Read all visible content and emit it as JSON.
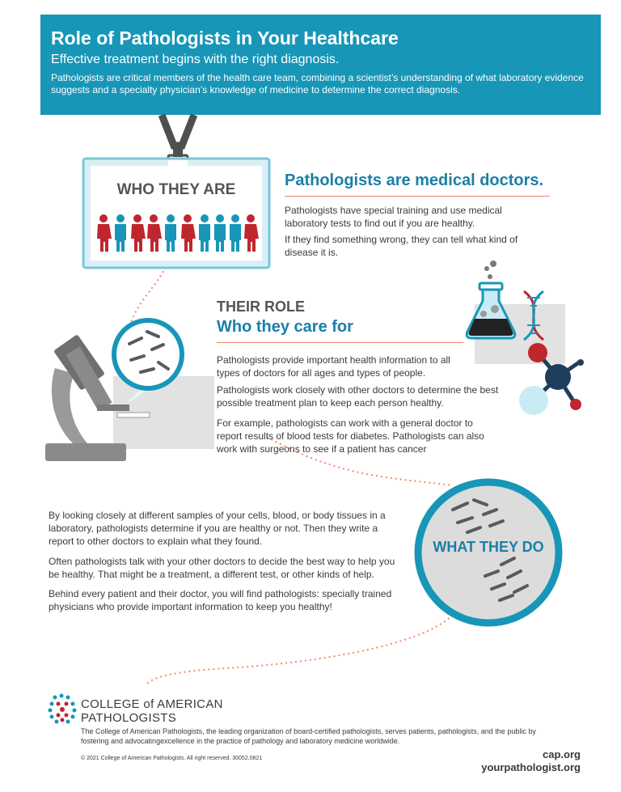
{
  "header": {
    "title": "Role of Pathologists in Your Healthcare",
    "subtitle": "Effective treatment begins with the right diagnosis.",
    "intro": "Pathologists are critical members of the health care team, combining a scientist’s understanding of what laboratory evidence suggests and a specialty physician’s knowledge of medicine to determine the correct diagnosis."
  },
  "who_they_are": {
    "badge_label": "WHO THEY ARE",
    "title": "Pathologists are medical doctors.",
    "paragraphs": [
      "Pathologists have special training and use medical laboratory tests to find out if you are healthy.",
      "If they find something wrong, they can tell what kind of disease it is."
    ]
  },
  "their_role": {
    "kicker": "THEIR ROLE",
    "title": "Who they care for",
    "paragraphs": [
      "Pathologists provide important health information to all types of doctors for all ages and types of people.",
      "Pathologists work closely with other doctors to determine the best possible treatment plan to keep each person healthy.",
      "For example, pathologists can work with a general doctor to report results of blood tests for diabetes. Pathologists can also work with surgeons to see if a patient has cancer"
    ]
  },
  "what_they_do": {
    "circle_label": "WHAT THEY DO",
    "paragraphs": [
      "By looking closely at different samples of your cells, blood, or body tissues in a laboratory, pathologists determine if you are healthy or not. Then they write a report to other doctors to explain what they found.",
      "Often pathologists talk with your other doctors to decide the best way to help you be healthy. That might be a treatment, a different test, or other kinds of help.",
      "Behind every patient and their doctor, you will find pathologists: specially trained physicians who provide important information to keep you healthy!"
    ]
  },
  "footer": {
    "org_line1": "COLLEGE of AMERICAN",
    "org_line2": "PATHOLOGISTS",
    "description": "The College of American Pathologists, the leading organization of board-certified pathologists, serves patients, pathologists, and the public by fostering and advocatingexcellence in the practice of pathology and laboratory medicine worldwide.",
    "copyright": "© 2021 College of American Pathologists. All right reserved. 30052.0821",
    "link1": "cap.org",
    "link2": "yourpathologist.org"
  },
  "colors": {
    "brand_blue": "#1796b8",
    "heading_blue": "#1a7fa8",
    "accent_red": "#c0262d",
    "dotted_orange": "#f0886a",
    "gray": "#9a9a9a"
  },
  "icons": [
    "lanyard-icon",
    "people-icon",
    "flask-icon",
    "dna-icon",
    "molecule-icon",
    "microscope-icon",
    "cells-icon",
    "cap-logo-icon"
  ]
}
